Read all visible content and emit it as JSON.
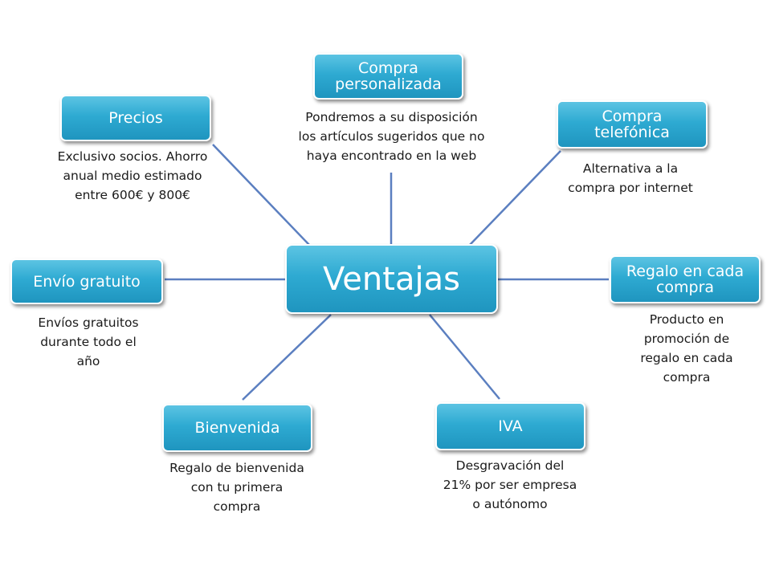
{
  "center": {
    "label": "Ventajas"
  },
  "nodes": [
    {
      "id": "compra-personalizada",
      "label": "Compra\npersonalizada",
      "desc": "Pondremos a su disposición\nlos artículos sugeridos que no\nhaya encontrado en la web"
    },
    {
      "id": "precios",
      "label": "Precios",
      "desc": "Exclusivo socios. Ahorro\nanual medio estimado\nentre 600€ y 800€"
    },
    {
      "id": "compra-telefonica",
      "label": "Compra\ntelefónica",
      "desc": "Alternativa a la\ncompra por internet"
    },
    {
      "id": "envio-gratuito",
      "label": "Envío gratuito",
      "desc": "Envíos gratuitos\ndurante todo el\naño"
    },
    {
      "id": "regalo-en-cada-compra",
      "label": "Regalo en cada\ncompra",
      "desc": "Producto en\npromoción de\nregalo en cada\ncompra"
    },
    {
      "id": "bienvenida",
      "label": "Bienvenida",
      "desc": "Regalo de bienvenida\ncon tu primera\ncompra"
    },
    {
      "id": "iva",
      "label": "IVA",
      "desc": "Desgravación del\n21% por ser empresa\no autónomo"
    }
  ],
  "colors": {
    "node_fill": "#2eaad2",
    "node_text": "#ffffff",
    "connector": "#5b7fc0",
    "desc_text": "#1a1a1a"
  }
}
